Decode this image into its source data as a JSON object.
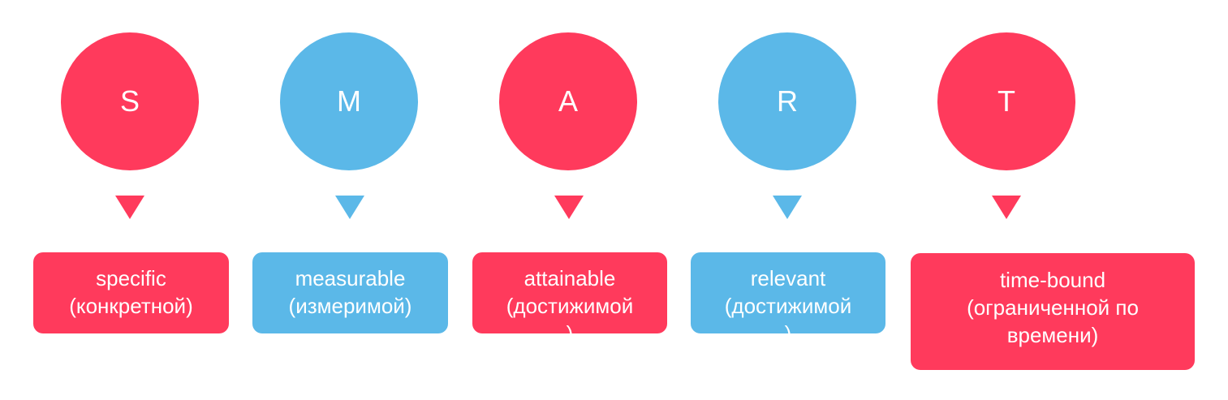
{
  "colors": {
    "red": "#ff3a5c",
    "blue": "#5bb8e8"
  },
  "items": [
    {
      "letter": "S",
      "line1": "specific",
      "line2": "(конкретной)",
      "line3": "",
      "color": "red"
    },
    {
      "letter": "M",
      "line1": "measurable",
      "line2": "(измеримой)",
      "line3": "",
      "color": "blue"
    },
    {
      "letter": "A",
      "line1": "attainable",
      "line2": "(достижимой",
      "line3": ")",
      "color": "red"
    },
    {
      "letter": "R",
      "line1": "relevant",
      "line2": "(достижимой",
      "line3": ")",
      "color": "blue"
    },
    {
      "letter": "T",
      "line1": "time-bound",
      "line2": "(ограниченной по",
      "line3": "времени)",
      "color": "red"
    }
  ]
}
